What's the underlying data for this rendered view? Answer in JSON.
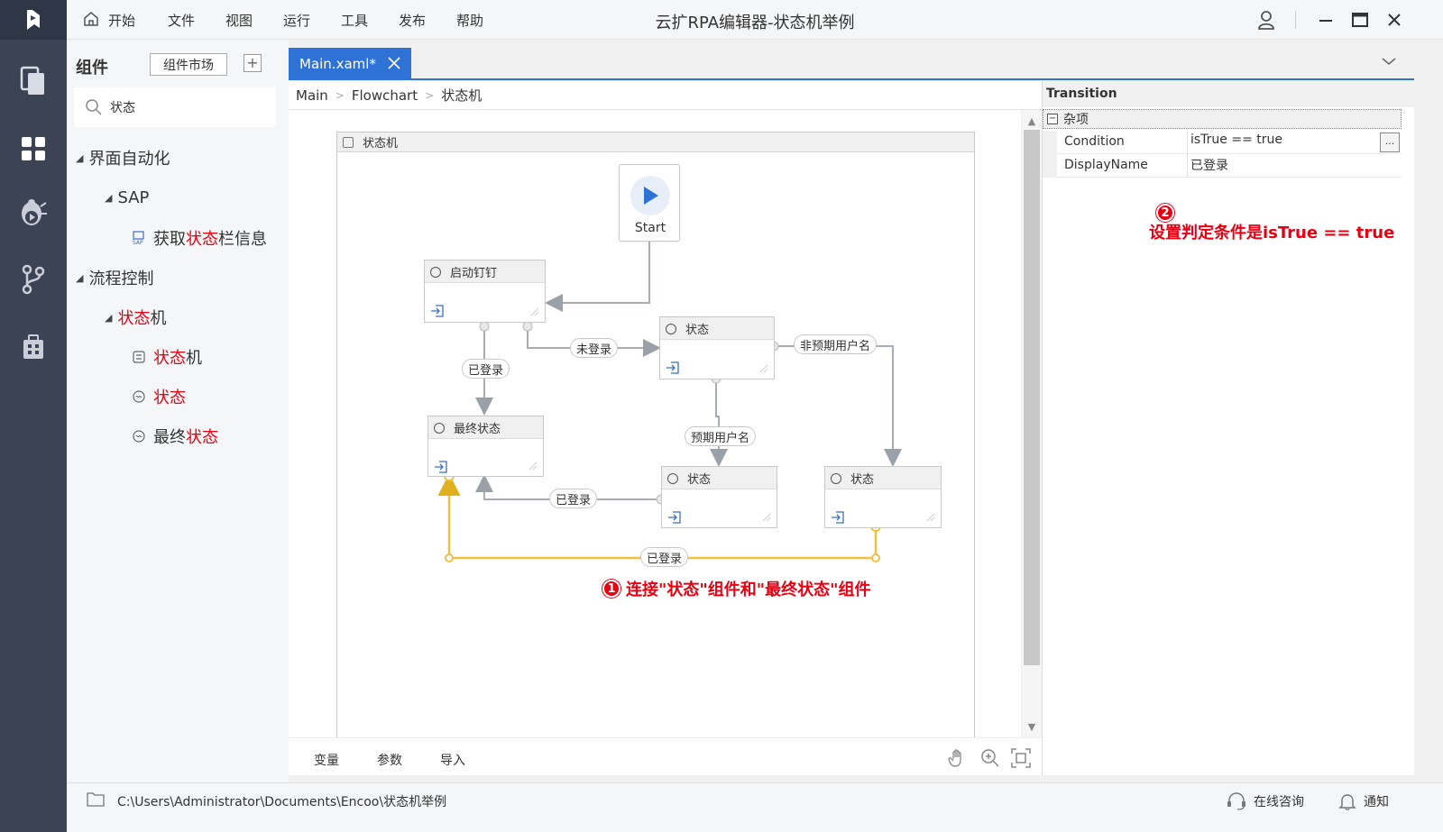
{
  "menubar": {
    "items": [
      "开始",
      "文件",
      "视图",
      "运行",
      "工具",
      "发布",
      "帮助"
    ],
    "title": "云扩RPA编辑器-状态机举例"
  },
  "components": {
    "title": "组件",
    "market_label": "组件市场",
    "search_value": "状态",
    "tree": [
      {
        "level": 0,
        "text_before": "界面自动化",
        "highlight": "",
        "text_after": ""
      },
      {
        "level": 1,
        "text_before": "SAP",
        "highlight": "",
        "text_after": ""
      },
      {
        "level": 2,
        "text_before": "获取",
        "highlight": "状态",
        "text_after": "栏信息"
      },
      {
        "level": 0,
        "text_before": "流程控制",
        "highlight": "",
        "text_after": ""
      },
      {
        "level": 1,
        "text_before": "",
        "highlight": "状态",
        "text_after": "机"
      },
      {
        "level": 2,
        "text_before": "",
        "highlight": "状态",
        "text_after": "机"
      },
      {
        "level": 2,
        "text_before": "",
        "highlight": "状态",
        "text_after": ""
      },
      {
        "level": 2,
        "text_before": "最终",
        "highlight": "状态",
        "text_after": ""
      }
    ]
  },
  "editor": {
    "tab_label": "Main.xaml*",
    "breadcrumb": [
      "Main",
      "Flowchart",
      "状态机"
    ],
    "container_label": "状态机",
    "start_label": "Start",
    "nodes": {
      "launch": "启动钉钉",
      "state1": "状态",
      "final": "最终状态",
      "state2": "状态",
      "state3": "状态"
    },
    "edge_labels": {
      "not_logged": "未登录",
      "logged_1": "已登录",
      "unexpected_user": "非预期用户名",
      "expected_user": "预期用户名",
      "logged_2": "已登录",
      "logged_3": "已登录"
    },
    "annotation1": "连接\"状态\"组件和\"最终状态\"组件",
    "annotation1_num": "1",
    "bottom_tabs": [
      "变量",
      "参数",
      "导入"
    ]
  },
  "properties": {
    "title": "Transition",
    "group": "杂项",
    "rows": [
      {
        "key": "Condition",
        "value": "isTrue == true"
      },
      {
        "key": "DisplayName",
        "value": "已登录"
      }
    ],
    "more_button": "...",
    "annotation2": "设置判定条件是isTrue == true",
    "annotation2_num": "2"
  },
  "statusbar": {
    "path": "C:\\Users\\Administrator\\Documents\\Encoo\\状态机举例",
    "consult": "在线咨询",
    "notify": "通知"
  },
  "colors": {
    "accent": "#2f72d6",
    "annotation": "#e60012",
    "selected_edge": "#f0c040",
    "sidebar": "#3b4354"
  }
}
